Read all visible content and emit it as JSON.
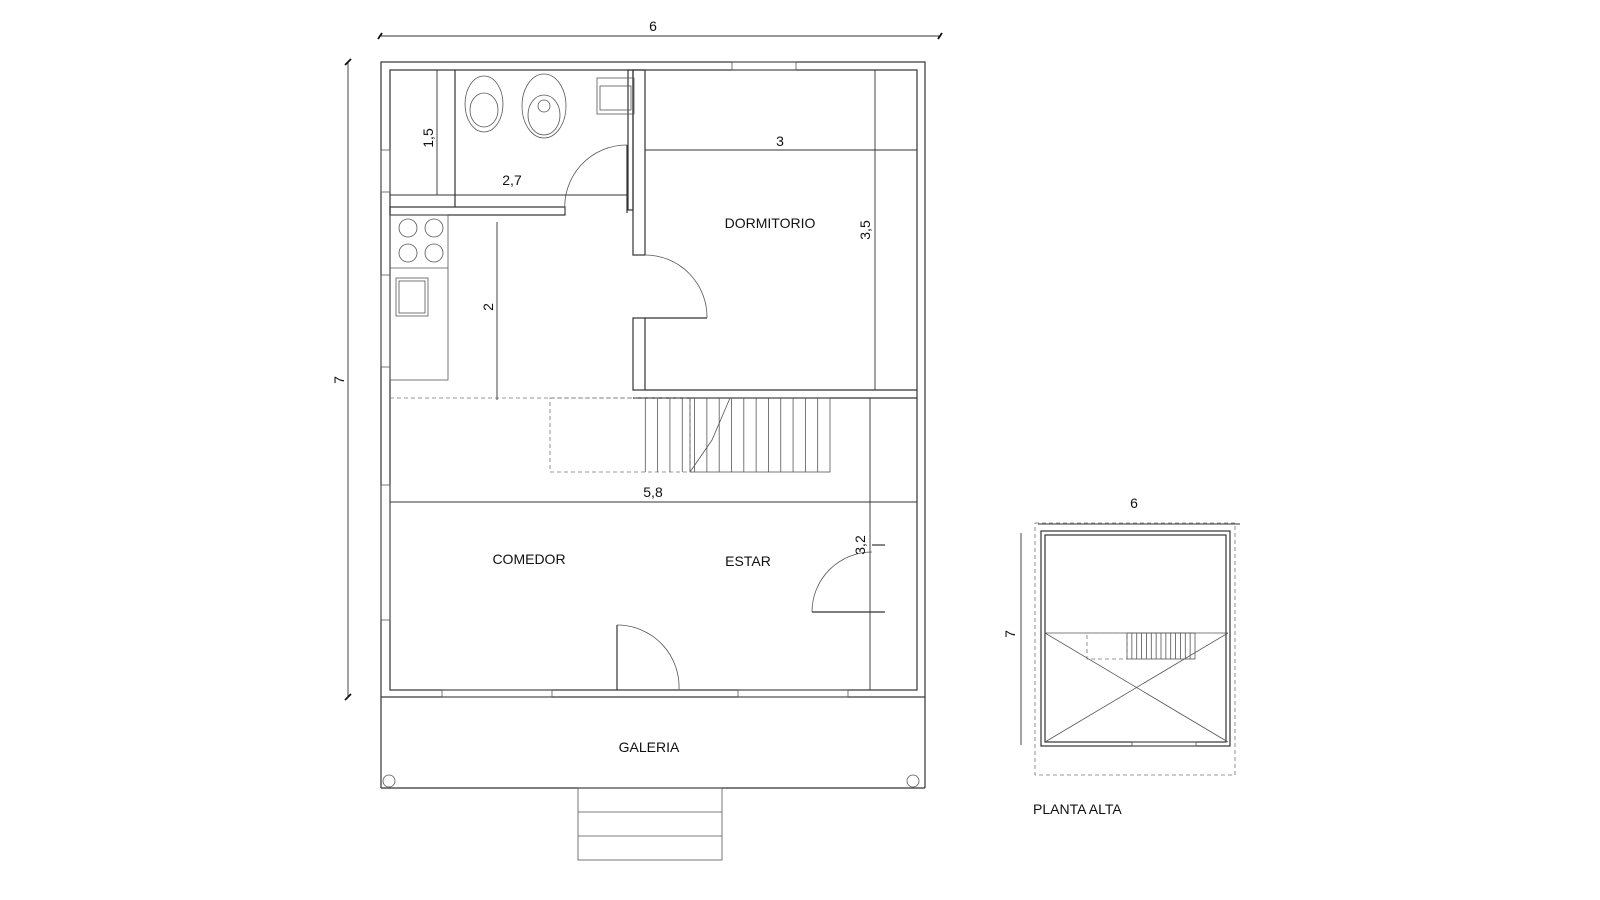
{
  "ground_floor": {
    "rooms": {
      "dormitorio": "DORMITORIO",
      "comedor": "COMEDOR",
      "estar": "ESTAR",
      "galeria": "GALERIA"
    },
    "dimensions": {
      "total_width": "6",
      "total_depth": "7",
      "bath_width": "2,7",
      "bath_depth": "1,5",
      "bedroom_width": "3",
      "bedroom_depth": "3,5",
      "kitchen_depth": "2",
      "living_width": "5,8",
      "living_depth": "3,2"
    }
  },
  "upper_floor": {
    "title": "PLANTA ALTA",
    "dimensions": {
      "width": "6",
      "depth": "7"
    }
  }
}
